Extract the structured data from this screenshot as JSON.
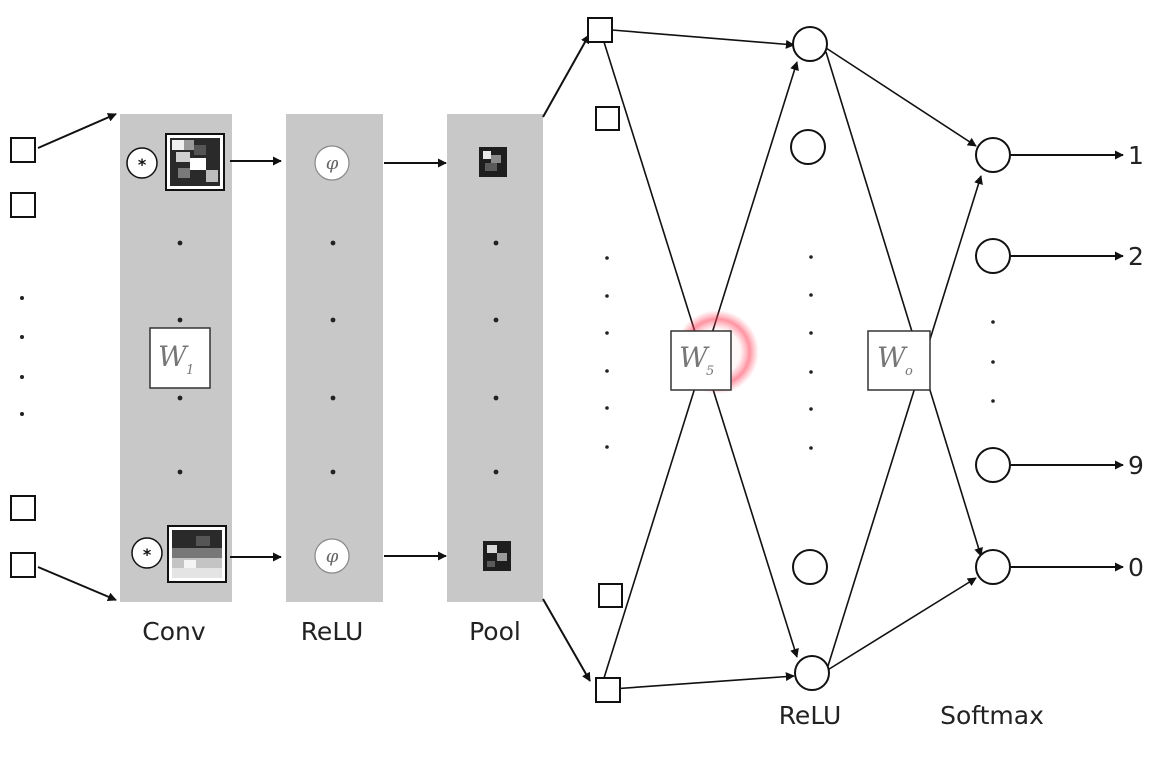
{
  "stage_labels": {
    "conv": "Conv",
    "relu_conv": "ReLU",
    "pool": "Pool",
    "relu_hidden": "ReLU",
    "softmax": "Softmax"
  },
  "weights": {
    "w1": {
      "main": "W",
      "sub": "1"
    },
    "w5": {
      "main": "W",
      "sub": "5"
    },
    "wo": {
      "main": "W",
      "sub": "o"
    }
  },
  "symbols": {
    "convolution": "*",
    "activation": "φ"
  },
  "outputs": [
    "1",
    "2",
    "9",
    "0"
  ],
  "colors": {
    "stage_fill": "#c8c8c8",
    "line": "#111111",
    "highlight": "#ff5a6e"
  }
}
